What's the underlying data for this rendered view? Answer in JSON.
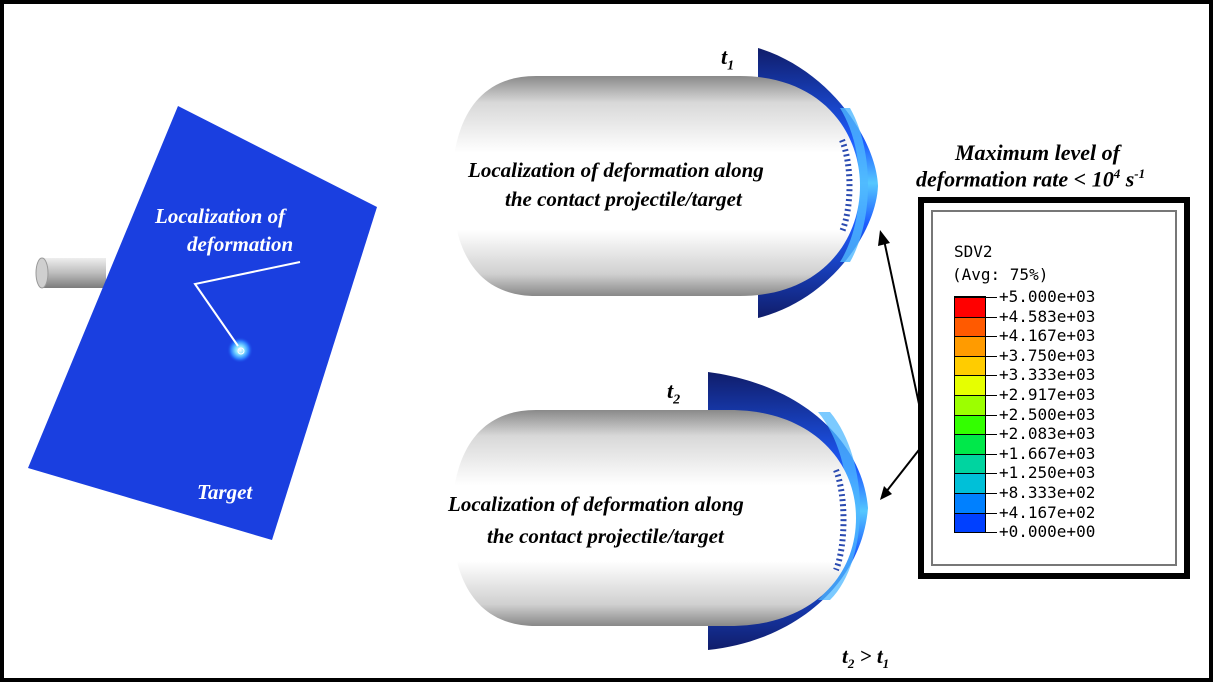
{
  "left_panel": {
    "localization_line1": "Localization of",
    "localization_line2": "deformation",
    "target_label": "Target"
  },
  "top_projectile": {
    "time_label": "t",
    "time_sub": "1",
    "caption_line1": "Localization of deformation along",
    "caption_line2": "the contact projectile/target"
  },
  "bottom_projectile": {
    "time_label": "t",
    "time_sub": "2",
    "caption_line1": "Localization of deformation along",
    "caption_line2": "the contact projectile/target",
    "comparison_t2": "t",
    "comparison_t2_sub": "2",
    "comparison_op": " > ",
    "comparison_t1": "t",
    "comparison_t1_sub": "1"
  },
  "legend_title": {
    "line1": "Maximum level of",
    "line2_prefix": "deformation rate < 10",
    "line2_exp": "4",
    "line2_unit": " s",
    "line2_unit_exp": "-1"
  },
  "legend": {
    "variable": "SDV2",
    "averaging": "(Avg: 75%)",
    "values": [
      "+5.000e+03",
      "+4.583e+03",
      "+4.167e+03",
      "+3.750e+03",
      "+3.333e+03",
      "+2.917e+03",
      "+2.500e+03",
      "+2.083e+03",
      "+1.667e+03",
      "+1.250e+03",
      "+8.333e+02",
      "+4.167e+02",
      "+0.000e+00"
    ],
    "band_colors": [
      "#ff0000",
      "#ff5a00",
      "#ff9b00",
      "#ffcc00",
      "#e6ff00",
      "#9cff00",
      "#33ff00",
      "#00e84a",
      "#00d4a0",
      "#00c0d8",
      "#0080ff",
      "#0040ff"
    ]
  },
  "colors": {
    "target_blue": "#1a3fe0",
    "dark_navy": "#10207a",
    "highlight_box": "#1c2ce8"
  }
}
